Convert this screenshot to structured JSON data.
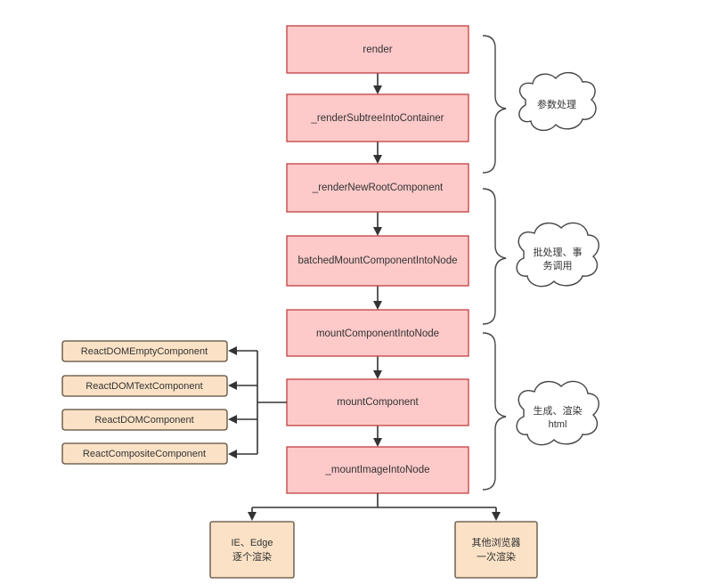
{
  "flow": {
    "steps": [
      "render",
      "_renderSubtreeIntoContainer",
      "_renderNewRootComponent",
      "batchedMountComponentIntoNode",
      "mountComponentIntoNode",
      "mountComponent",
      "_mountImageIntoNode"
    ]
  },
  "components": [
    "ReactDOMEmptyComponent",
    "ReactDOMTextComponent",
    "ReactDOMComponent",
    "ReactCompositeComponent"
  ],
  "outputs": [
    {
      "line1": "IE、Edge",
      "line2": "逐个渲染"
    },
    {
      "line1": "其他浏览器",
      "line2": "一次渲染"
    }
  ],
  "phases": [
    {
      "line1": "参数处理",
      "line2": ""
    },
    {
      "line1": "批处理、事",
      "line2": "务调用"
    },
    {
      "line1": "生成、渲染",
      "line2": "html"
    }
  ],
  "colors": {
    "main_fill": "#fdc9c9",
    "main_stroke": "#c0403f",
    "side_fill": "#fbe2c6",
    "side_stroke": "#5a4b3a"
  }
}
